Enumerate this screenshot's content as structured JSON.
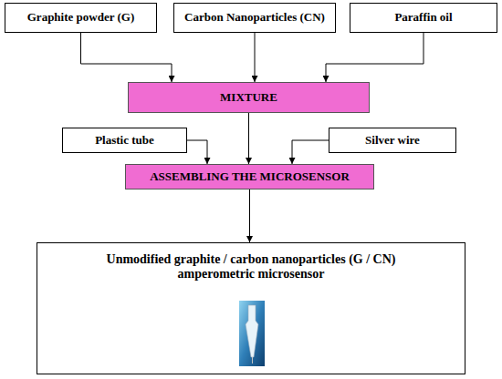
{
  "diagram": {
    "nodes": [
      {
        "text": [
          "Graphite powder (G)"
        ]
      },
      {
        "text": [
          "Carbon Nanoparticles (CN)"
        ]
      },
      {
        "text": [
          "Paraffin oil"
        ]
      },
      {
        "text": [
          "MIXTURE"
        ]
      },
      {
        "text": [
          "Plastic tube"
        ]
      },
      {
        "text": [
          "Silver wire"
        ]
      },
      {
        "text": [
          "ASSEMBLING THE MICROSENSOR"
        ]
      },
      {
        "text": [
          "Unmodified graphite / carbon nanoparticles (G / CN) amperometric microsensor"
        ]
      }
    ],
    "edges": [
      {
        "from": 0,
        "to": 3,
        "arrow": "to"
      },
      {
        "from": 1,
        "to": 3,
        "arrow": "to"
      },
      {
        "from": 2,
        "to": 3,
        "arrow": "to"
      },
      {
        "from": 3,
        "to": 6,
        "arrow": "to"
      },
      {
        "from": 4,
        "to": 6,
        "arrow": "to"
      },
      {
        "from": 5,
        "to": 6,
        "arrow": "to"
      },
      {
        "from": 6,
        "to": 7,
        "arrow": "to"
      }
    ]
  }
}
